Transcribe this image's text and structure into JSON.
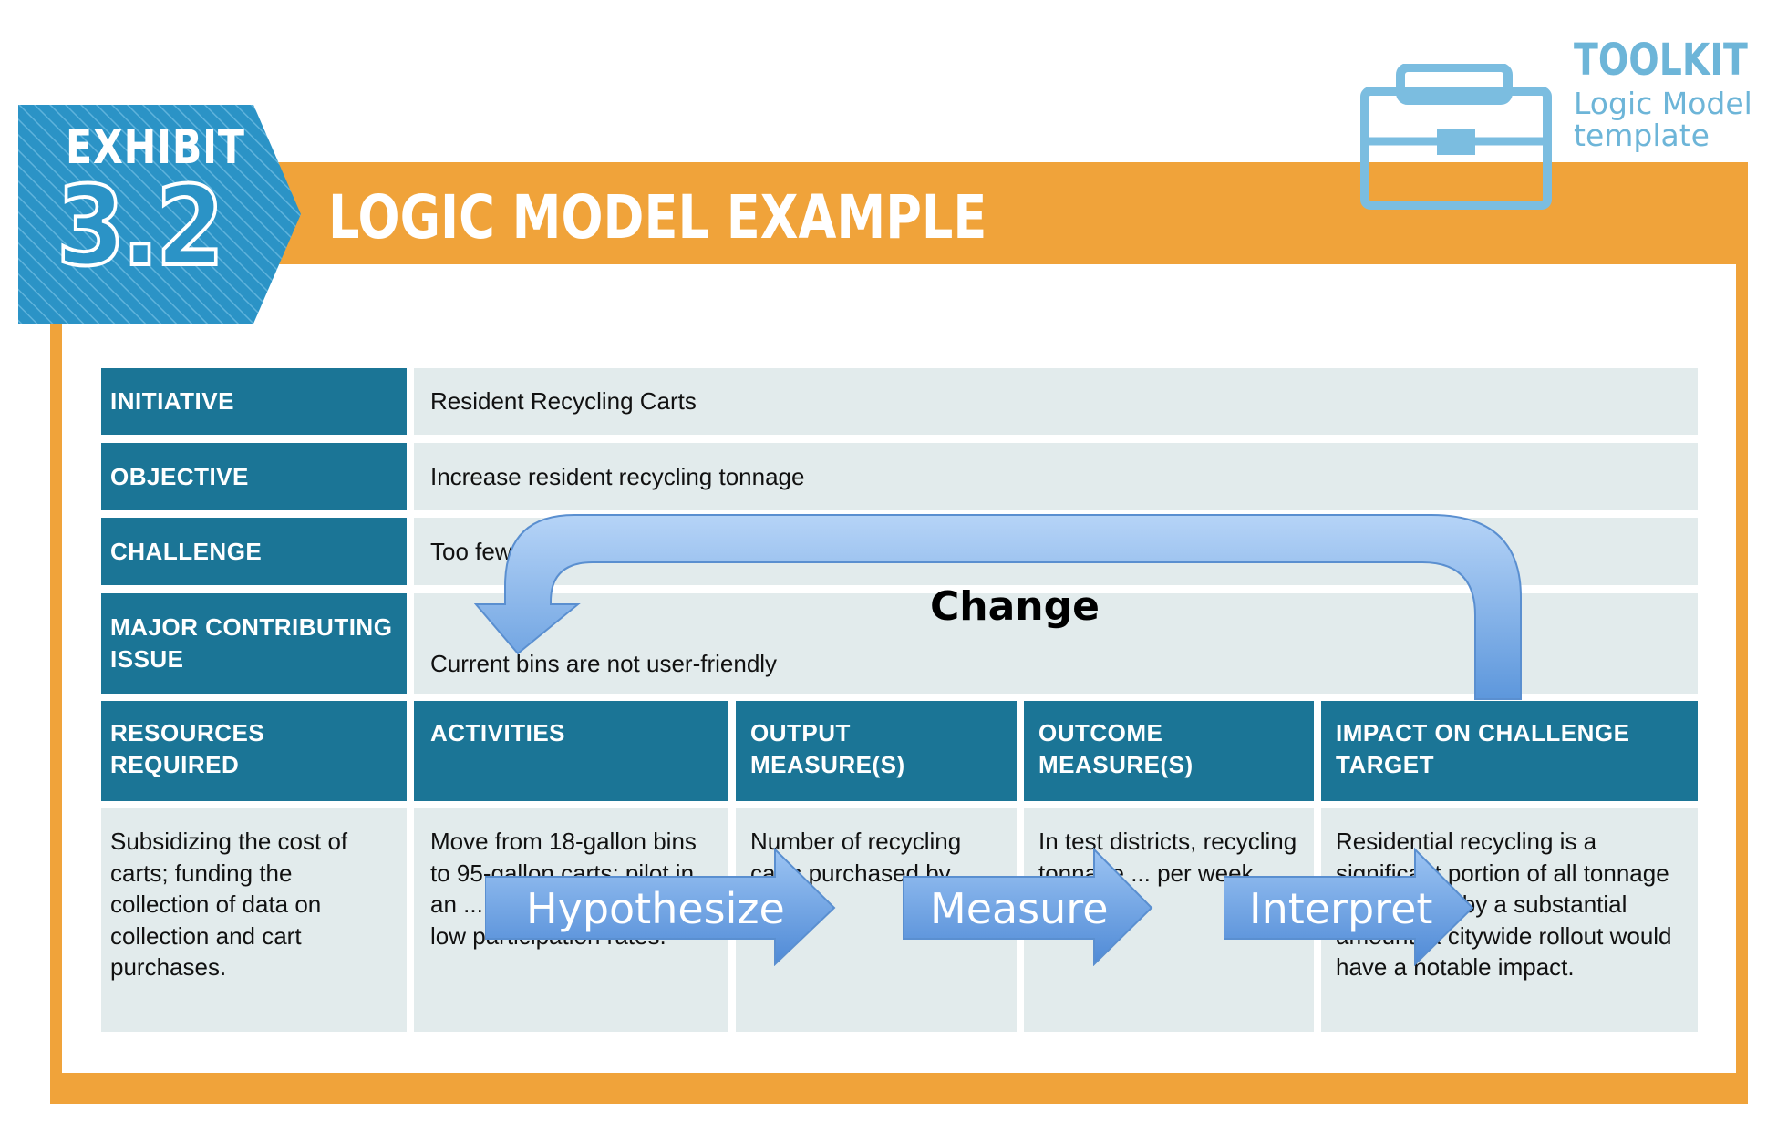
{
  "header": {
    "exhibit_label": "EXHIBIT",
    "exhibit_number": "3.2",
    "title": "LOGIC MODEL EXAMPLE"
  },
  "toolkit": {
    "label": "TOOLKIT",
    "subtitle": "Logic Model template"
  },
  "top_rows": [
    {
      "label": "INITIATIVE",
      "value": "Resident Recycling Carts"
    },
    {
      "label": "OBJECTIVE",
      "value": "Increase resident recycling tonnage"
    },
    {
      "label": "CHALLENGE",
      "value": "Too few"
    },
    {
      "label": "MAJOR CONTRIBUTING ISSUE",
      "value": "Current bins are not user-friendly"
    }
  ],
  "columns": [
    {
      "header": "RESOURCES REQUIRED",
      "body": "Subsidizing the cost of carts; funding the collection of data on collection and cart purchases."
    },
    {
      "header": "ACTIVITIES",
      "body": "Move from 18-gallon bins to 95-gallon carts; pilot in an ... and in a district with low participation rates."
    },
    {
      "header": "OUTPUT MEASURE(S)",
      "body": "Number of recycling carts purchased by ..."
    },
    {
      "header": "OUTCOME MEASURE(S)",
      "body": "In test districts, recycling tonnage ... per week"
    },
    {
      "header": "IMPACT ON CHALLENGE TARGET",
      "body": "Residential recycling is a significant portion of all tonnage collected ... by a substantial amount, a citywide rollout would have a notable impact."
    }
  ],
  "arrows": {
    "change": "Change",
    "hypothesize": "Hypothesize",
    "measure": "Measure",
    "interpret": "Interpret"
  },
  "colors": {
    "orange": "#f0a33a",
    "teal_header": "#1b7596",
    "cell_bg": "#e2ebec",
    "arrow_blue": "#6aa3e0",
    "badge_blue": "#2b93c6",
    "toolkit_blue": "#6db5d8"
  }
}
